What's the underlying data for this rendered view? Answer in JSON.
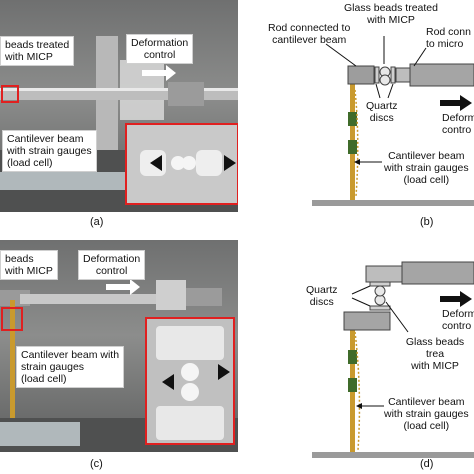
{
  "panel_a": {
    "label_beads": "beads treated\nwith MICP",
    "label_deformation": "Deformation\ncontrol",
    "label_cantilever": "Cantilever beam\nwith strain gauges\n(load cell)",
    "caption": "(a)"
  },
  "panel_b": {
    "label_glass": "Glass beads treated\nwith MICP",
    "label_rod_left": "Rod connected to\ncantilever beam",
    "label_rod_right": "Rod conn\nto micro",
    "label_quartz": "Quartz\ndiscs",
    "label_deform": "Deform\ncontro",
    "label_cantilever": "Cantilever beam\nwith strain gauges\n(load cell)",
    "caption": "(b)"
  },
  "panel_c": {
    "label_beads": "beads\nwith MICP",
    "label_deformation": "Deformation\ncontrol",
    "label_cantilever": "Cantilever beam with\nstrain gauges\n(load cell)",
    "caption": "(c)"
  },
  "panel_d": {
    "label_quartz": "Quartz\ndiscs",
    "label_deform": "Deform\ncontro",
    "label_glass": "Glass beads trea\nwith MICP",
    "label_cantilever": "Cantilever beam\nwith strain gauges\n(load cell)",
    "caption": "(d)"
  },
  "colors": {
    "beam": "#c99a2e",
    "gauge": "#3f6b2a",
    "highlight": "#e02020",
    "rod": "#d9d9d9"
  }
}
